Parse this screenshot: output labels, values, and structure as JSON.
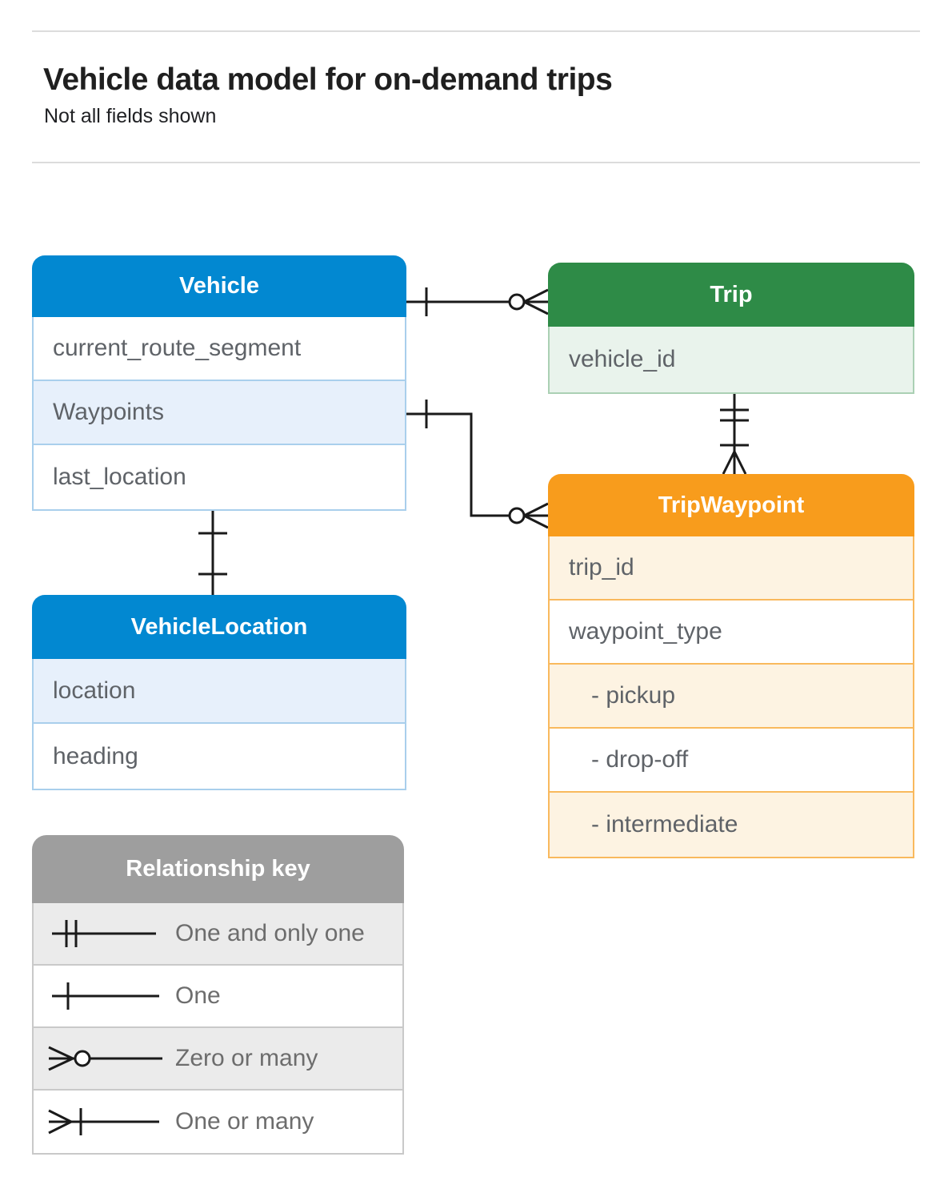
{
  "page": {
    "title": "Vehicle data model for on-demand trips",
    "subtitle": "Not all fields shown"
  },
  "entities": {
    "vehicle": {
      "name": "Vehicle",
      "fields": [
        {
          "label": "current_route_segment",
          "highlight": false
        },
        {
          "label": "Waypoints",
          "highlight": true
        },
        {
          "label": "last_location",
          "highlight": false
        }
      ]
    },
    "trip": {
      "name": "Trip",
      "fields": [
        {
          "label": "vehicle_id",
          "highlight": true
        }
      ]
    },
    "trip_waypoint": {
      "name": "TripWaypoint",
      "fields": [
        {
          "label": "trip_id",
          "highlight": true
        },
        {
          "label": "waypoint_type",
          "highlight": false
        },
        {
          "label": "- pickup",
          "highlight": true,
          "sub": true
        },
        {
          "label": "- drop-off",
          "highlight": false,
          "sub": true
        },
        {
          "label": "- intermediate",
          "highlight": true,
          "sub": true
        }
      ]
    },
    "vehicle_location": {
      "name": "VehicleLocation",
      "fields": [
        {
          "label": "location",
          "highlight": true
        },
        {
          "label": "heading",
          "highlight": false
        }
      ]
    }
  },
  "relationships": [
    {
      "from": "Vehicle",
      "to": "Trip",
      "from_cardinality": "one",
      "to_cardinality": "zero-or-many"
    },
    {
      "from": "Vehicle.Waypoints",
      "to": "TripWaypoint",
      "from_cardinality": "one",
      "to_cardinality": "zero-or-many"
    },
    {
      "from": "Trip",
      "to": "TripWaypoint",
      "from_cardinality": "one-and-only-one",
      "to_cardinality": "one-or-many"
    },
    {
      "from": "Vehicle.last_location",
      "to": "VehicleLocation",
      "from_cardinality": "one",
      "to_cardinality": "one"
    }
  ],
  "legend": {
    "title": "Relationship key",
    "items": [
      {
        "symbol": "one-and-only-one",
        "label": "One and only one"
      },
      {
        "symbol": "one",
        "label": "One"
      },
      {
        "symbol": "zero-or-many",
        "label": "Zero or many"
      },
      {
        "symbol": "one-or-many",
        "label": "One or many"
      }
    ]
  },
  "colors": {
    "blue_header": "#0288d1",
    "blue_row": "#e7f0fb",
    "green_header": "#2e8b47",
    "green_row": "#e9f3ec",
    "orange_header": "#f89c1c",
    "orange_row": "#fdf3e2",
    "gray_header": "#9e9e9e",
    "gray_row": "#ebebeb",
    "field_text": "#5f6368",
    "connector": "#1a1a1a"
  }
}
